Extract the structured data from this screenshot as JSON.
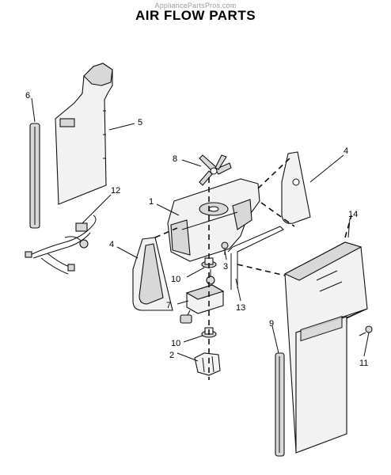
{
  "watermark": "AppliancePartsPros.com",
  "title": "AIR FLOW PARTS",
  "callouts": {
    "c1": "1",
    "c2": "2",
    "c3": "3",
    "c4a": "4",
    "c4b": "4",
    "c5": "5",
    "c6": "6",
    "c7": "7",
    "c8": "8",
    "c9": "9",
    "c10a": "10",
    "c10b": "10",
    "c11": "11",
    "c12": "12",
    "c13": "13",
    "c14": "14"
  }
}
